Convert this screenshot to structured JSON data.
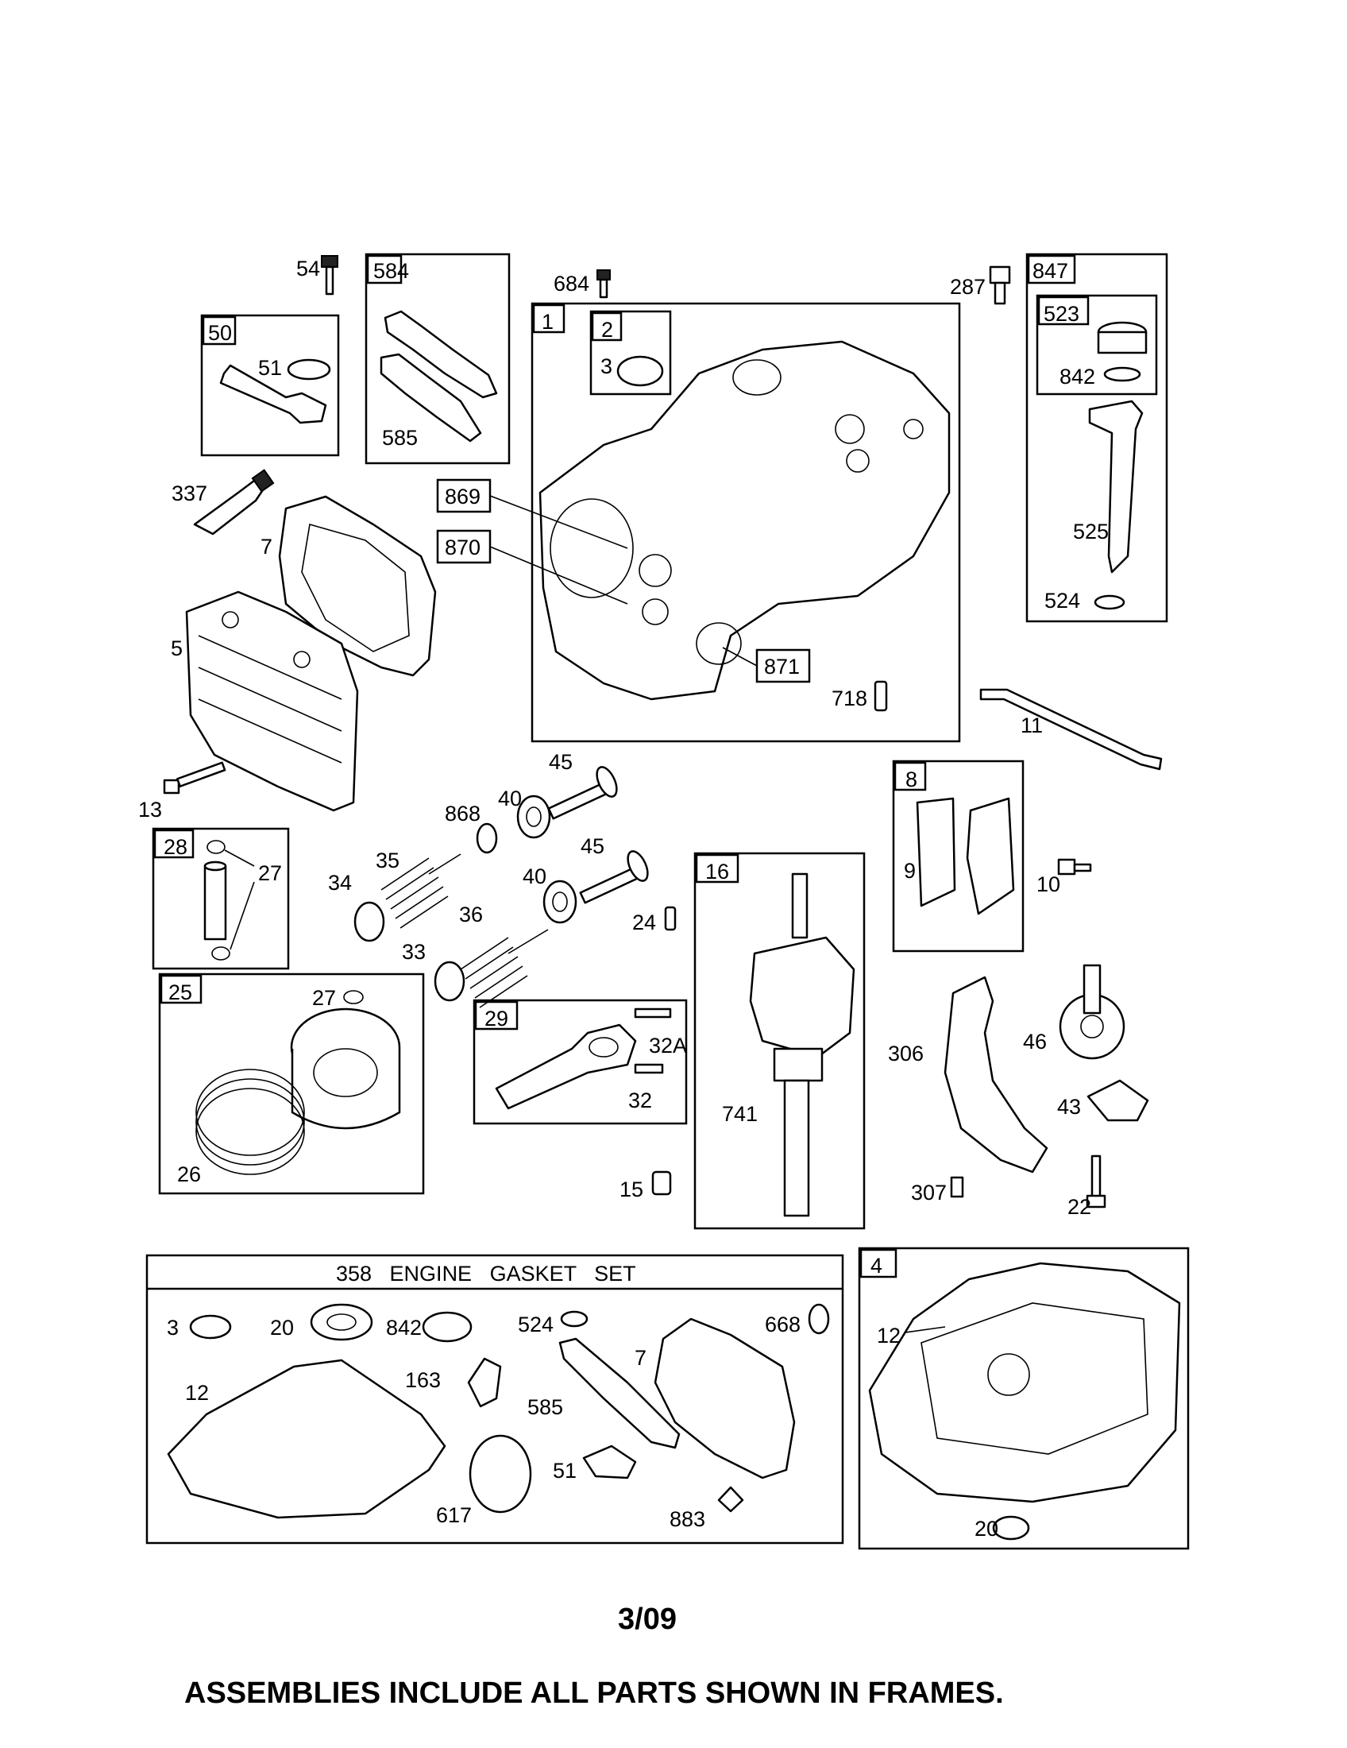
{
  "labels": {
    "l54": "54",
    "l584": "584",
    "l684": "684",
    "l287": "287",
    "l847": "847",
    "l50": "50",
    "l51a": "51",
    "l585a": "585",
    "l1": "1",
    "l2": "2",
    "l3a": "3",
    "l523": "523",
    "l842a": "842",
    "l525": "525",
    "l524a": "524",
    "l337": "337",
    "l7a": "7",
    "l869": "869",
    "l870": "870",
    "l871": "871",
    "l718": "718",
    "l5": "5",
    "l13": "13",
    "l11": "11",
    "l45a": "45",
    "l40a": "40",
    "l868": "868",
    "l45b": "45",
    "l40b": "40",
    "l35": "35",
    "l34": "34",
    "l36": "36",
    "l33": "33",
    "l24": "24",
    "l28": "28",
    "l27a": "27",
    "l8": "8",
    "l9": "9",
    "l10": "10",
    "l16": "16",
    "l741": "741",
    "l15": "15",
    "l25": "25",
    "l27b": "27",
    "l26": "26",
    "l29": "29",
    "l32a": "32A",
    "l32": "32",
    "l306": "306",
    "l307": "307",
    "l46": "46",
    "l43": "43",
    "l22": "22",
    "l4": "4",
    "l12b": "12",
    "l20b": "20",
    "gasket_title": "358   ENGINE   GASKET   SET",
    "g3": "3",
    "g20": "20",
    "g842": "842",
    "g524": "524",
    "g668": "668",
    "g12": "12",
    "g163": "163",
    "g7": "7",
    "g585": "585",
    "g51": "51",
    "g617": "617",
    "g883": "883"
  },
  "footer": {
    "date": "3/09",
    "note": "ASSEMBLIES INCLUDE ALL PARTS SHOWN IN FRAMES."
  }
}
